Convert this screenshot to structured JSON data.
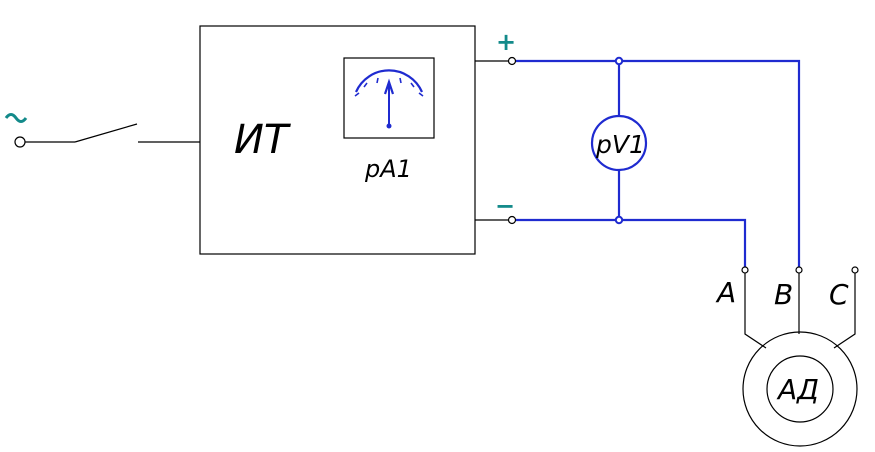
{
  "colors": {
    "wire": "#1f2bd0",
    "sign": "#138a8a",
    "outline": "#000000",
    "background": "#ffffff"
  },
  "source": {
    "ac_symbol": "~"
  },
  "blocks": {
    "source_label": "ИТ",
    "ammeter_label": "pA1",
    "voltmeter_label": "pV1",
    "motor_label": "АД"
  },
  "terminals": {
    "plus": "+",
    "minus": "−"
  },
  "phases": [
    "A",
    "B",
    "C"
  ]
}
